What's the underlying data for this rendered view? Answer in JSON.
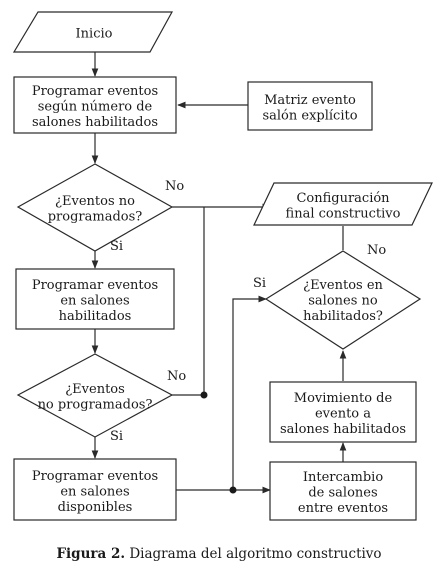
{
  "nodes": {
    "inicio": [
      "Inicio"
    ],
    "programar_habilitados": [
      "Programar eventos",
      "según número de",
      "salones habilitados"
    ],
    "matriz": [
      "Matriz evento",
      "salón explícito"
    ],
    "decision1": [
      "¿Eventos no",
      "programados?"
    ],
    "configuracion": [
      "Configuración",
      "final constructivo"
    ],
    "decision_no_habilitados": [
      "¿Eventos en",
      "salones no",
      "habilitados?"
    ],
    "programar_en_habilitados": [
      "Programar eventos",
      "en salones",
      "habilitados"
    ],
    "movimiento": [
      "Movimiento de",
      "evento a",
      "salones habilitados"
    ],
    "decision2": [
      "¿Eventos",
      "no programados?"
    ],
    "programar_disponibles": [
      "Programar eventos",
      "en salones",
      "disponibles"
    ],
    "intercambio": [
      "Intercambio",
      "de salones",
      "entre eventos"
    ]
  },
  "edge_labels": {
    "d1_no": "No",
    "d1_si": "Si",
    "d2_no": "No",
    "d2_si": "Si",
    "d3_si": "Si",
    "d3_no": "No"
  },
  "caption": {
    "label": "Figura 2.",
    "text": " Diagrama del algoritmo constructivo"
  }
}
